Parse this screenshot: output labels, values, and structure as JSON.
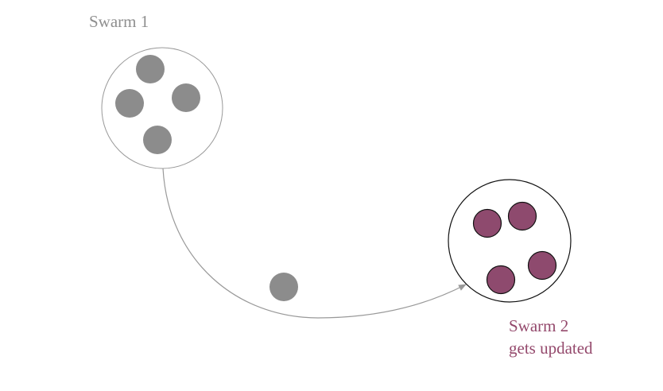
{
  "swarm1": {
    "label": "Swarm 1",
    "color": "#8c8c8c",
    "member_count": 4
  },
  "swarm2": {
    "label_line1": "Swarm 2",
    "label_line2": "gets updated",
    "color": "#8e4a6e",
    "member_count": 4
  },
  "migrating_member": {
    "color": "#8c8c8c"
  },
  "colors": {
    "swarm1_label": "#8f8f8f",
    "swarm2_label": "#94496c",
    "arrow": "#999999"
  }
}
